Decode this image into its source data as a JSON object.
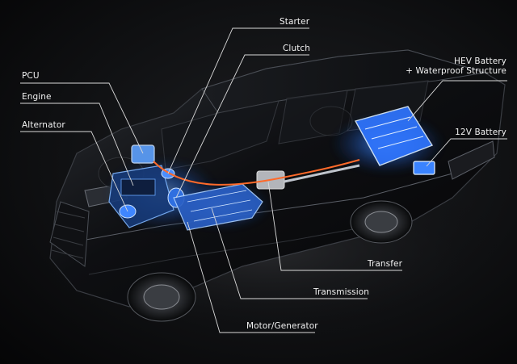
{
  "labels": {
    "starter": "Starter",
    "clutch": "Clutch",
    "pcu": "PCU",
    "engine": "Engine",
    "alternator": "Alternator",
    "hev_battery_line1": "HEV Battery",
    "hev_battery_line2": "+ Waterproof Structure",
    "battery_12v": "12V Battery",
    "transfer": "Transfer",
    "transmission": "Transmission",
    "motor_generator": "Motor/Generator"
  },
  "colors": {
    "background": "#0c0d0f",
    "vehicle_body": "#0a0b0d",
    "component_glow": "#2f7dff",
    "leader_line": "#d9d9d9",
    "label_text": "#f2f2f2"
  }
}
